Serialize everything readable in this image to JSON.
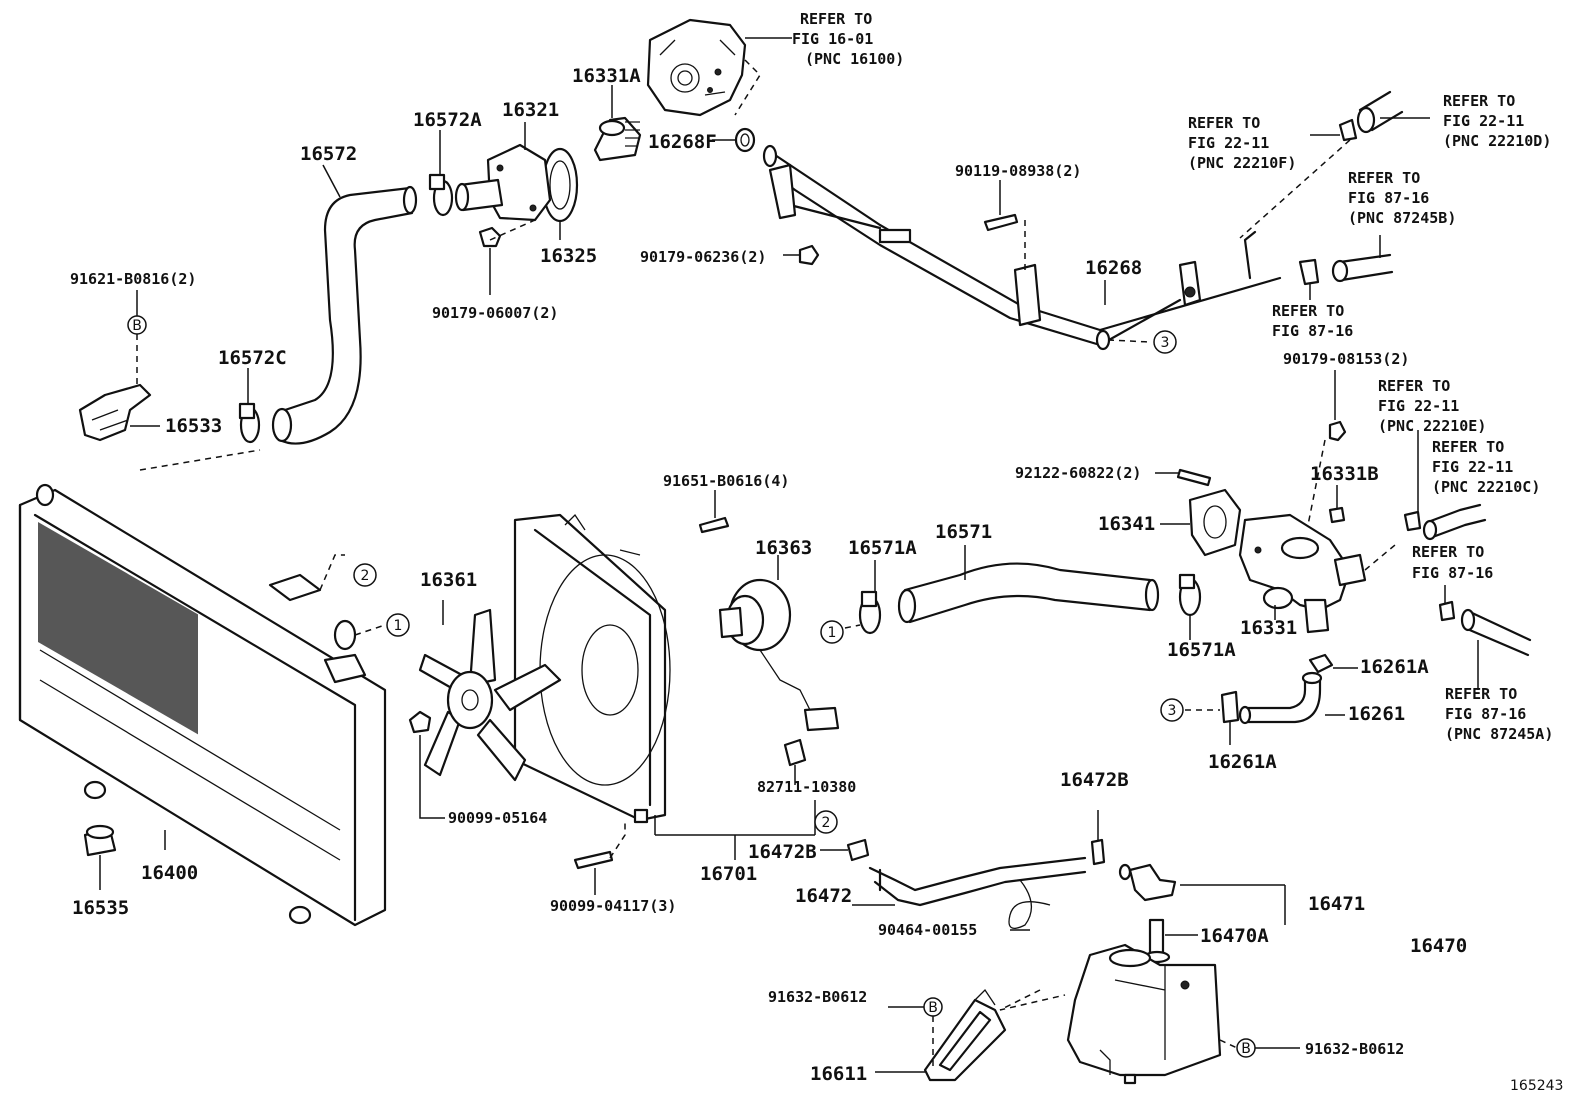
{
  "figure_id": "165243",
  "parts": {
    "p16572": "16572",
    "p16572A": "16572A",
    "p16321": "16321",
    "p16331A": "16331A",
    "p16268F": "16268F",
    "p16325": "16325",
    "p90179_06007": "90179-06007(2)",
    "p91621_B0816": "91621-B0816(2)",
    "p16572C": "16572C",
    "p16533": "16533",
    "p90119_08938": "90119-08938(2)",
    "p90179_06236": "90179-06236(2)",
    "p16268": "16268",
    "p90179_08153": "90179-08153(2)",
    "p91651_B0616": "91651-B0616(4)",
    "p16363": "16363",
    "p16571A_top": "16571A",
    "p16571": "16571",
    "p92122_60822": "92122-60822(2)",
    "p16341": "16341",
    "p16331B": "16331B",
    "p16331": "16331",
    "p16571A_low": "16571A",
    "p16261A_top": "16261A",
    "p16261": "16261",
    "p16261A_low": "16261A",
    "p16361": "16361",
    "p90099_05164": "90099-05164",
    "p82711_10380": "82711-10380",
    "p16472B_left": "16472B",
    "p16472B_top": "16472B",
    "p16701": "16701",
    "p16472": "16472",
    "p90099_04117": "90099-04117(3)",
    "p90464_00155": "90464-00155",
    "p16471": "16471",
    "p16470A": "16470A",
    "p16470": "16470",
    "p16400": "16400",
    "p16535": "16535",
    "p91632_B0612_left": "91632-B0612",
    "p91632_B0612_right": "91632-B0612",
    "p16611": "16611"
  },
  "refs": {
    "r1": [
      "REFER TO",
      "FIG 16-01",
      "(PNC 16100)"
    ],
    "r2": [
      "REFER TO",
      "FIG 22-11",
      "(PNC 22210D)"
    ],
    "r3": [
      "REFER TO",
      "FIG 22-11",
      "(PNC 22210F)"
    ],
    "r4": [
      "REFER TO",
      "FIG 87-16",
      "(PNC 87245B)"
    ],
    "r5": [
      "REFER TO",
      "FIG 87-16"
    ],
    "r6": [
      "REFER TO",
      "FIG 22-11",
      "(PNC 22210E)"
    ],
    "r7": [
      "REFER TO",
      "FIG 22-11",
      "(PNC 22210C)"
    ],
    "r8": [
      "REFER TO",
      "FIG 87-16"
    ],
    "r9": [
      "REFER TO",
      "FIG 87-16",
      "(PNC 87245A)"
    ]
  },
  "markers": {
    "one": "1",
    "two": "2",
    "three": "3",
    "b": "B"
  }
}
